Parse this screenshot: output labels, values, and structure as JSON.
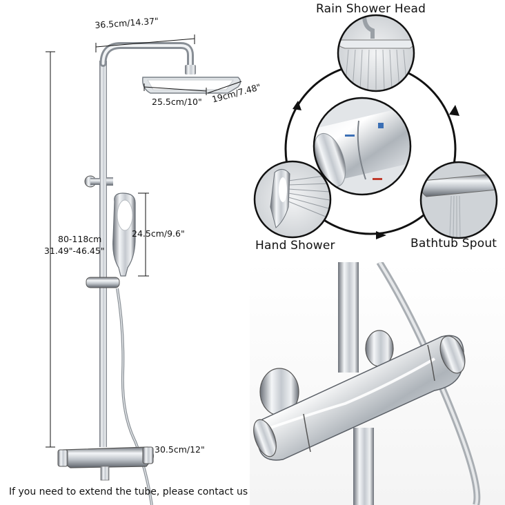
{
  "dimensions": {
    "rail_width": "36.5cm/14.37\"",
    "head_length": "25.5cm/10\"",
    "head_width": "19cm/7.48\"",
    "height_cm": "80-118cm",
    "height_in": "31.49\"-46.45\"",
    "hand_shower_length": "24.5cm/9.6\"",
    "mixer_width": "30.5cm/12\""
  },
  "modes": {
    "rain": "Rain Shower Head",
    "hand": "Hand Shower",
    "spout": "Bathtub Spout"
  },
  "footer": "If you need to extend the tube, please contact us",
  "colors": {
    "chrome_light": "#f2f4f6",
    "chrome_mid": "#b9bec4",
    "chrome_dark": "#5c6168",
    "line": "#111111"
  }
}
